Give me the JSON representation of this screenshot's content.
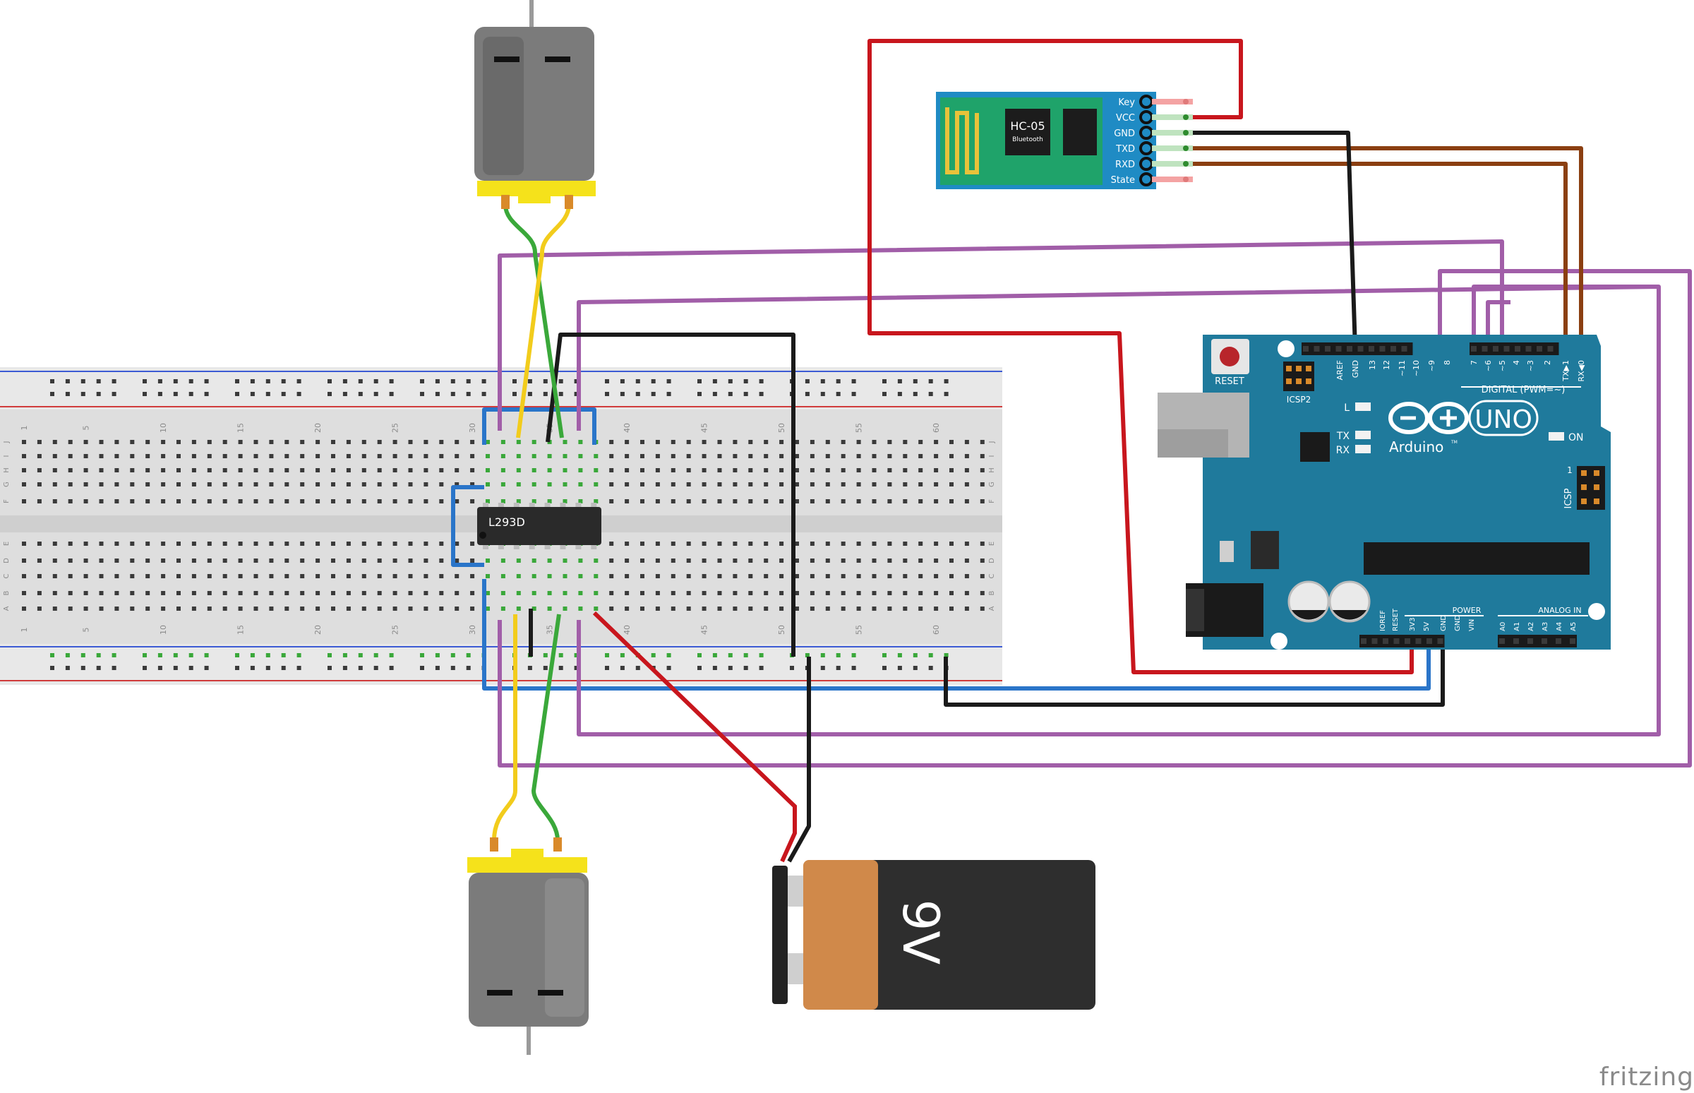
{
  "colors": {
    "wire_red": "#c8161d",
    "wire_black": "#1a1a1a",
    "wire_brown": "#8b3f11",
    "wire_purple": "#a15ea8",
    "wire_blue": "#2a75c9",
    "wire_green": "#3aa83a",
    "wire_yellow": "#f2cc1c",
    "arduino_board": "#1f7a9c",
    "hc05_board": "#1f8bc4",
    "breadboard": "#dcdcdc",
    "motor_yellow": "#f5e21b",
    "battery_orange": "#d0894a",
    "battery_black": "#2e2e2e"
  },
  "breadboard": {
    "column_numbers": [
      "1",
      "5",
      "10",
      "15",
      "20",
      "25",
      "30",
      "35",
      "40",
      "45",
      "50",
      "55",
      "60"
    ],
    "row_letters_top": [
      "J",
      "I",
      "H",
      "G",
      "F"
    ],
    "row_letters_bottom": [
      "E",
      "D",
      "C",
      "B",
      "A"
    ]
  },
  "ic": {
    "label": "L293D"
  },
  "hc05": {
    "name": "HC-05",
    "subtitle": "Bluetooth",
    "pins": [
      "Key",
      "VCC",
      "GND",
      "TXD",
      "RXD",
      "State"
    ]
  },
  "arduino": {
    "reset_label": "RESET",
    "icsp2_label": "ICSP2",
    "icsp_label": "ICSP",
    "icsp_pin1": "1",
    "digital_label": "DIGITAL (PWM=~)",
    "led_l": "L",
    "led_tx": "TX",
    "led_rx": "RX",
    "on_label": "ON",
    "brand": "Arduino",
    "tm": "TM",
    "model": "UNO",
    "power_label": "POWER",
    "analog_label": "ANALOG IN",
    "top_header_pins": [
      "AREF",
      "GND",
      "13",
      "12",
      "~11",
      "~10",
      "~9",
      "8",
      "7",
      "~6",
      "~5",
      "4",
      "~3",
      "2",
      "TX▶1",
      "RX◀0"
    ],
    "power_pins": [
      "IOREF",
      "RESET",
      "3V3",
      "5V",
      "GND",
      "GND",
      "VIN"
    ],
    "analog_pins": [
      "A0",
      "A1",
      "A2",
      "A3",
      "A4",
      "A5"
    ]
  },
  "battery": {
    "label": "9V"
  },
  "watermark": "fritzing"
}
